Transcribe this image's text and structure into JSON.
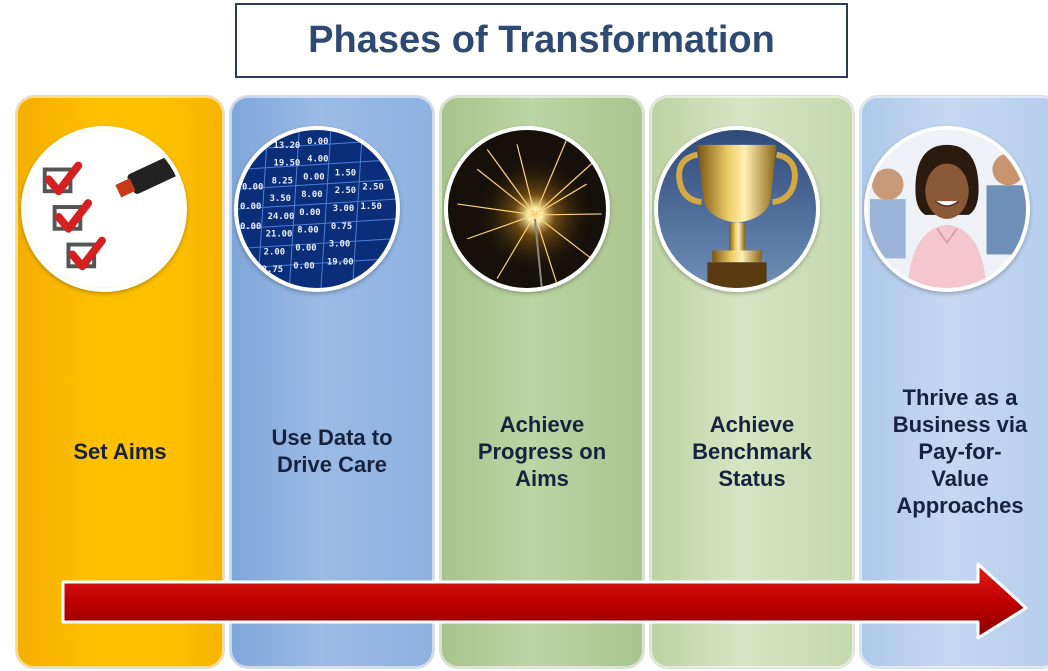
{
  "title": "Phases of Transformation",
  "phases": [
    {
      "label": "Set Aims",
      "icon": "checklist-icon",
      "color": "#ffc000"
    },
    {
      "label": "Use Data to\nDrive Care",
      "icon": "data-table-icon",
      "color": "#9bbbe6"
    },
    {
      "label": "Achieve\nProgress on\nAims",
      "icon": "sparkler-icon",
      "color": "#bdd4a4"
    },
    {
      "label": "Achieve\nBenchmark\nStatus",
      "icon": "trophy-icon",
      "color": "#d6e5c3"
    },
    {
      "label": "Thrive as a\nBusiness via\nPay-for-\nValue\nApproaches",
      "icon": "people-icon",
      "color": "#c5d8f0"
    }
  ],
  "arrow": {
    "color": "#c00000",
    "direction": "right"
  }
}
